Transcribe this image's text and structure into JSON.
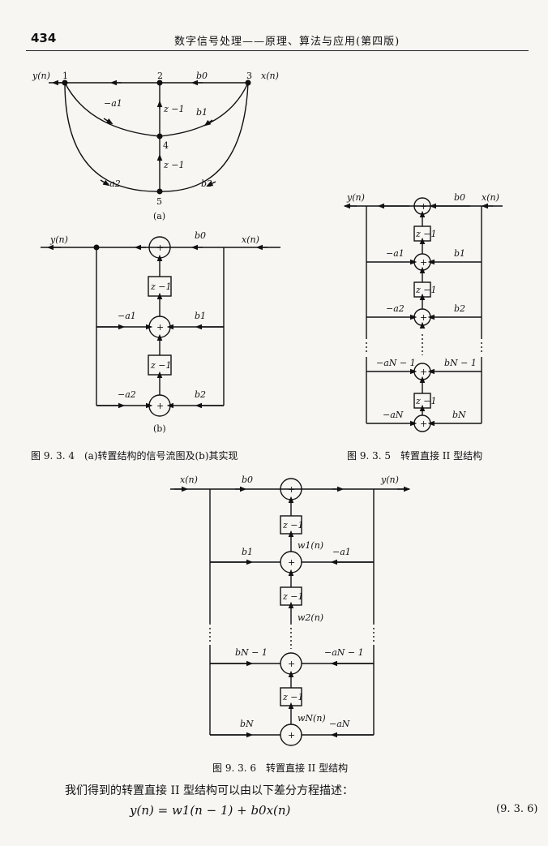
{
  "header": {
    "page_number": "434",
    "book_title": "数字信号处理——原理、算法与应用(第四版)"
  },
  "figure_a": {
    "nodes": [
      "1",
      "2",
      "3",
      "4",
      "5"
    ],
    "labels": {
      "y": "y(n)",
      "x": "x(n)",
      "b0": "b0",
      "b1": "b1",
      "b2": "b2",
      "a1": "−a1",
      "a2": "−a2",
      "z1": "z −1",
      "z2": "z −1"
    },
    "sublabel": "(a)"
  },
  "figure_b": {
    "labels": {
      "y": "y(n)",
      "x": "x(n)",
      "b0": "b0",
      "b1": "b1",
      "b2": "b2",
      "a1": "−a1",
      "a2": "−a2",
      "z": "z −1",
      "plus": "+"
    },
    "sublabel": "(b)"
  },
  "figure_935": {
    "labels": {
      "y": "y(n)",
      "x": "x(n)",
      "b0": "b0",
      "b1": "b1",
      "b2": "b2",
      "bN1": "bN − 1",
      "bN": "bN",
      "a1": "−a1",
      "a2": "−a2",
      "aN1": "−aN − 1",
      "aN": "−aN",
      "z": "z −1",
      "plus": "+"
    }
  },
  "figure_936": {
    "labels": {
      "x": "x(n)",
      "y": "y(n)",
      "b0": "b0",
      "b1": "b1",
      "bN1": "bN − 1",
      "bN": "bN",
      "a1": "−a1",
      "aN1": "−aN − 1",
      "aN": "−aN",
      "w1": "w1(n)",
      "w2": "w2(n)",
      "wN": "wN(n)",
      "z": "z −1",
      "plus": "+"
    }
  },
  "captions": {
    "fig934": "图 9. 3. 4　(a)转置结构的信号流图及(b)其实现",
    "fig935": "图 9. 3. 5　转置直接 II 型结构",
    "fig936": "图 9. 3. 6　转置直接 II 型结构"
  },
  "body": {
    "intro": "我们得到的转置直接 II 型结构可以由以下差分方程描述：",
    "equation": "y(n) = w1(n − 1) + b0x(n)",
    "equation_number": "(9. 3. 6)"
  }
}
